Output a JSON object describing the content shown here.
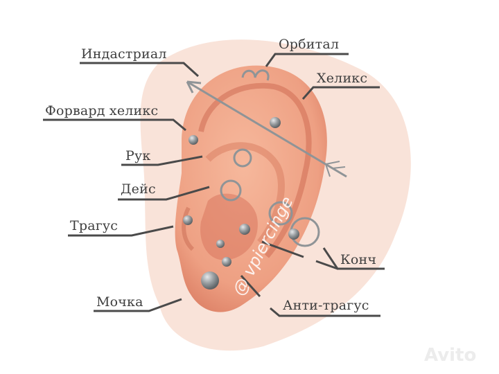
{
  "labels": {
    "industrial": "Индастриал",
    "orbital": "Орбитал",
    "helix": "Хеликс",
    "forward_helix": "Форвард хеликс",
    "rook": "Рук",
    "daith": "Дейс",
    "tragus": "Трагус",
    "lobe": "Мочка",
    "conch": "Конч",
    "anti_tragus": "Анти-трагус"
  },
  "watermark": "@ vpiercinge",
  "logo": "Avito",
  "colors": {
    "skin": "#f0a488",
    "skin_dark": "#d9775f",
    "background_blob": "#f7dccf",
    "jewelry": "#8f9497",
    "label_text": "#3e3e3e"
  }
}
